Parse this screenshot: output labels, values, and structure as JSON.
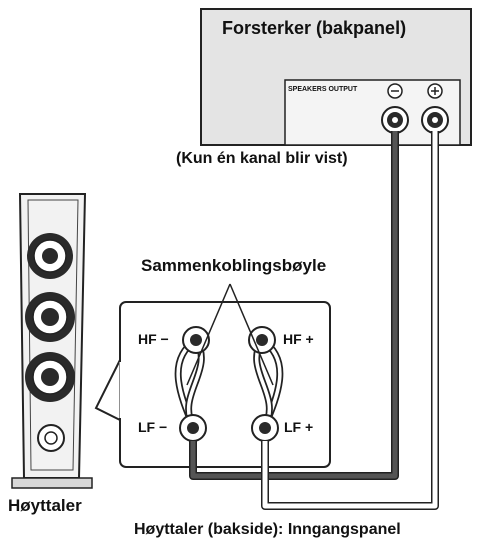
{
  "amplifier": {
    "title": "Forsterker (bakpanel)",
    "speakers_output_label": "SPEAKERS OUTPUT",
    "minus_symbol": "−",
    "plus_symbol": "+"
  },
  "channel_note": "(Kun én kanal blir vist)",
  "jumper_label": "Sammenkoblingsbøyle",
  "terminals": {
    "hf_minus": "HF −",
    "hf_plus": "HF +",
    "lf_minus": "LF −",
    "lf_plus": "LF +"
  },
  "speaker_label": "Høyttaler",
  "input_panel_label": "Høyttaler (bakside): Inngangspanel",
  "colors": {
    "amp_panel": "#e4e4e4",
    "outline": "#222222",
    "cable_dark": "#3a3a3a",
    "cable_light": "#ffffff",
    "speaker_body": "#f2f2f2",
    "driver_dark": "#2a2a2a"
  }
}
